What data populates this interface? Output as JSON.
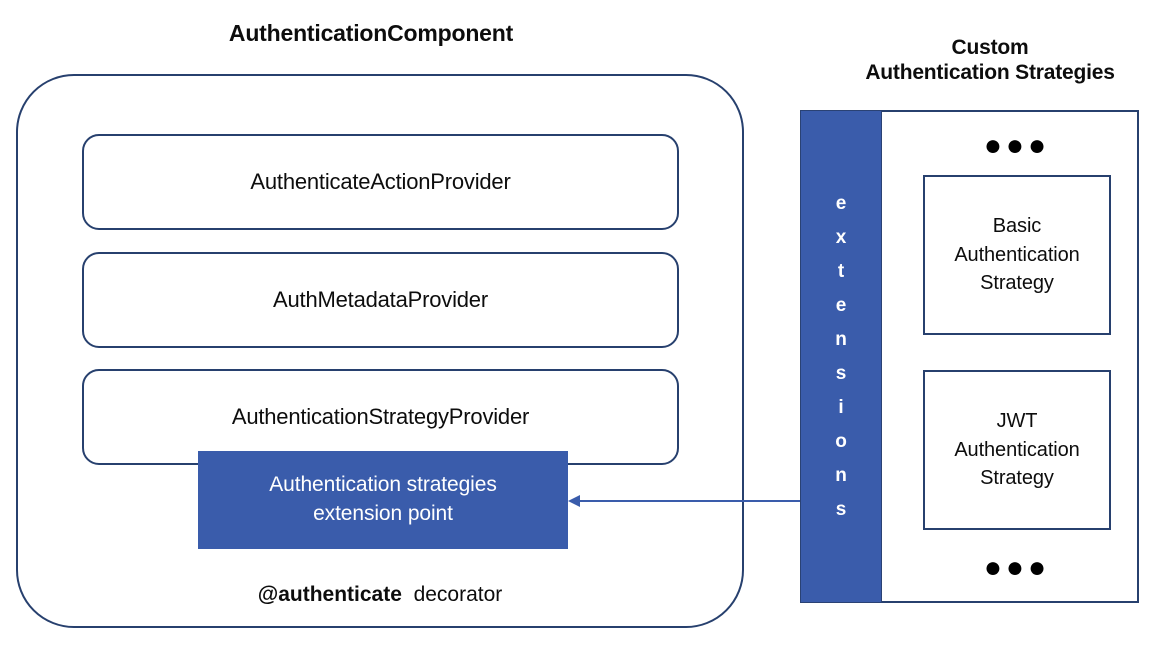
{
  "diagram": {
    "colors": {
      "accent_blue": "#3A5CAB",
      "border_navy": "#27406E",
      "text": "#0D0D0D",
      "white": "#FFFFFF"
    },
    "left": {
      "title": "AuthenticationComponent",
      "providers": [
        {
          "label": "AuthenticateActionProvider"
        },
        {
          "label": "AuthMetadataProvider"
        },
        {
          "label": "AuthenticationStrategyProvider"
        }
      ],
      "extension_point": {
        "label": "Authentication strategies\nextension point"
      },
      "decorator": {
        "name": "@authenticate",
        "suffix": "decorator"
      }
    },
    "right": {
      "title": "Custom\nAuthentication Strategies",
      "extensions_bar": {
        "label": "extensions",
        "letters": [
          "e",
          "x",
          "t",
          "e",
          "n",
          "s",
          "i",
          "o",
          "n",
          "s"
        ]
      },
      "ellipsis_top": "●●●",
      "ellipsis_bottom": "●●●",
      "strategies": [
        {
          "label": "Basic\nAuthentication\nStrategy"
        },
        {
          "label": "JWT\nAuthentication\nStrategy"
        }
      ]
    },
    "connection": {
      "from": "extensions-bar",
      "to": "extension-point-box",
      "direction": "left",
      "style": "solid-arrow"
    }
  }
}
